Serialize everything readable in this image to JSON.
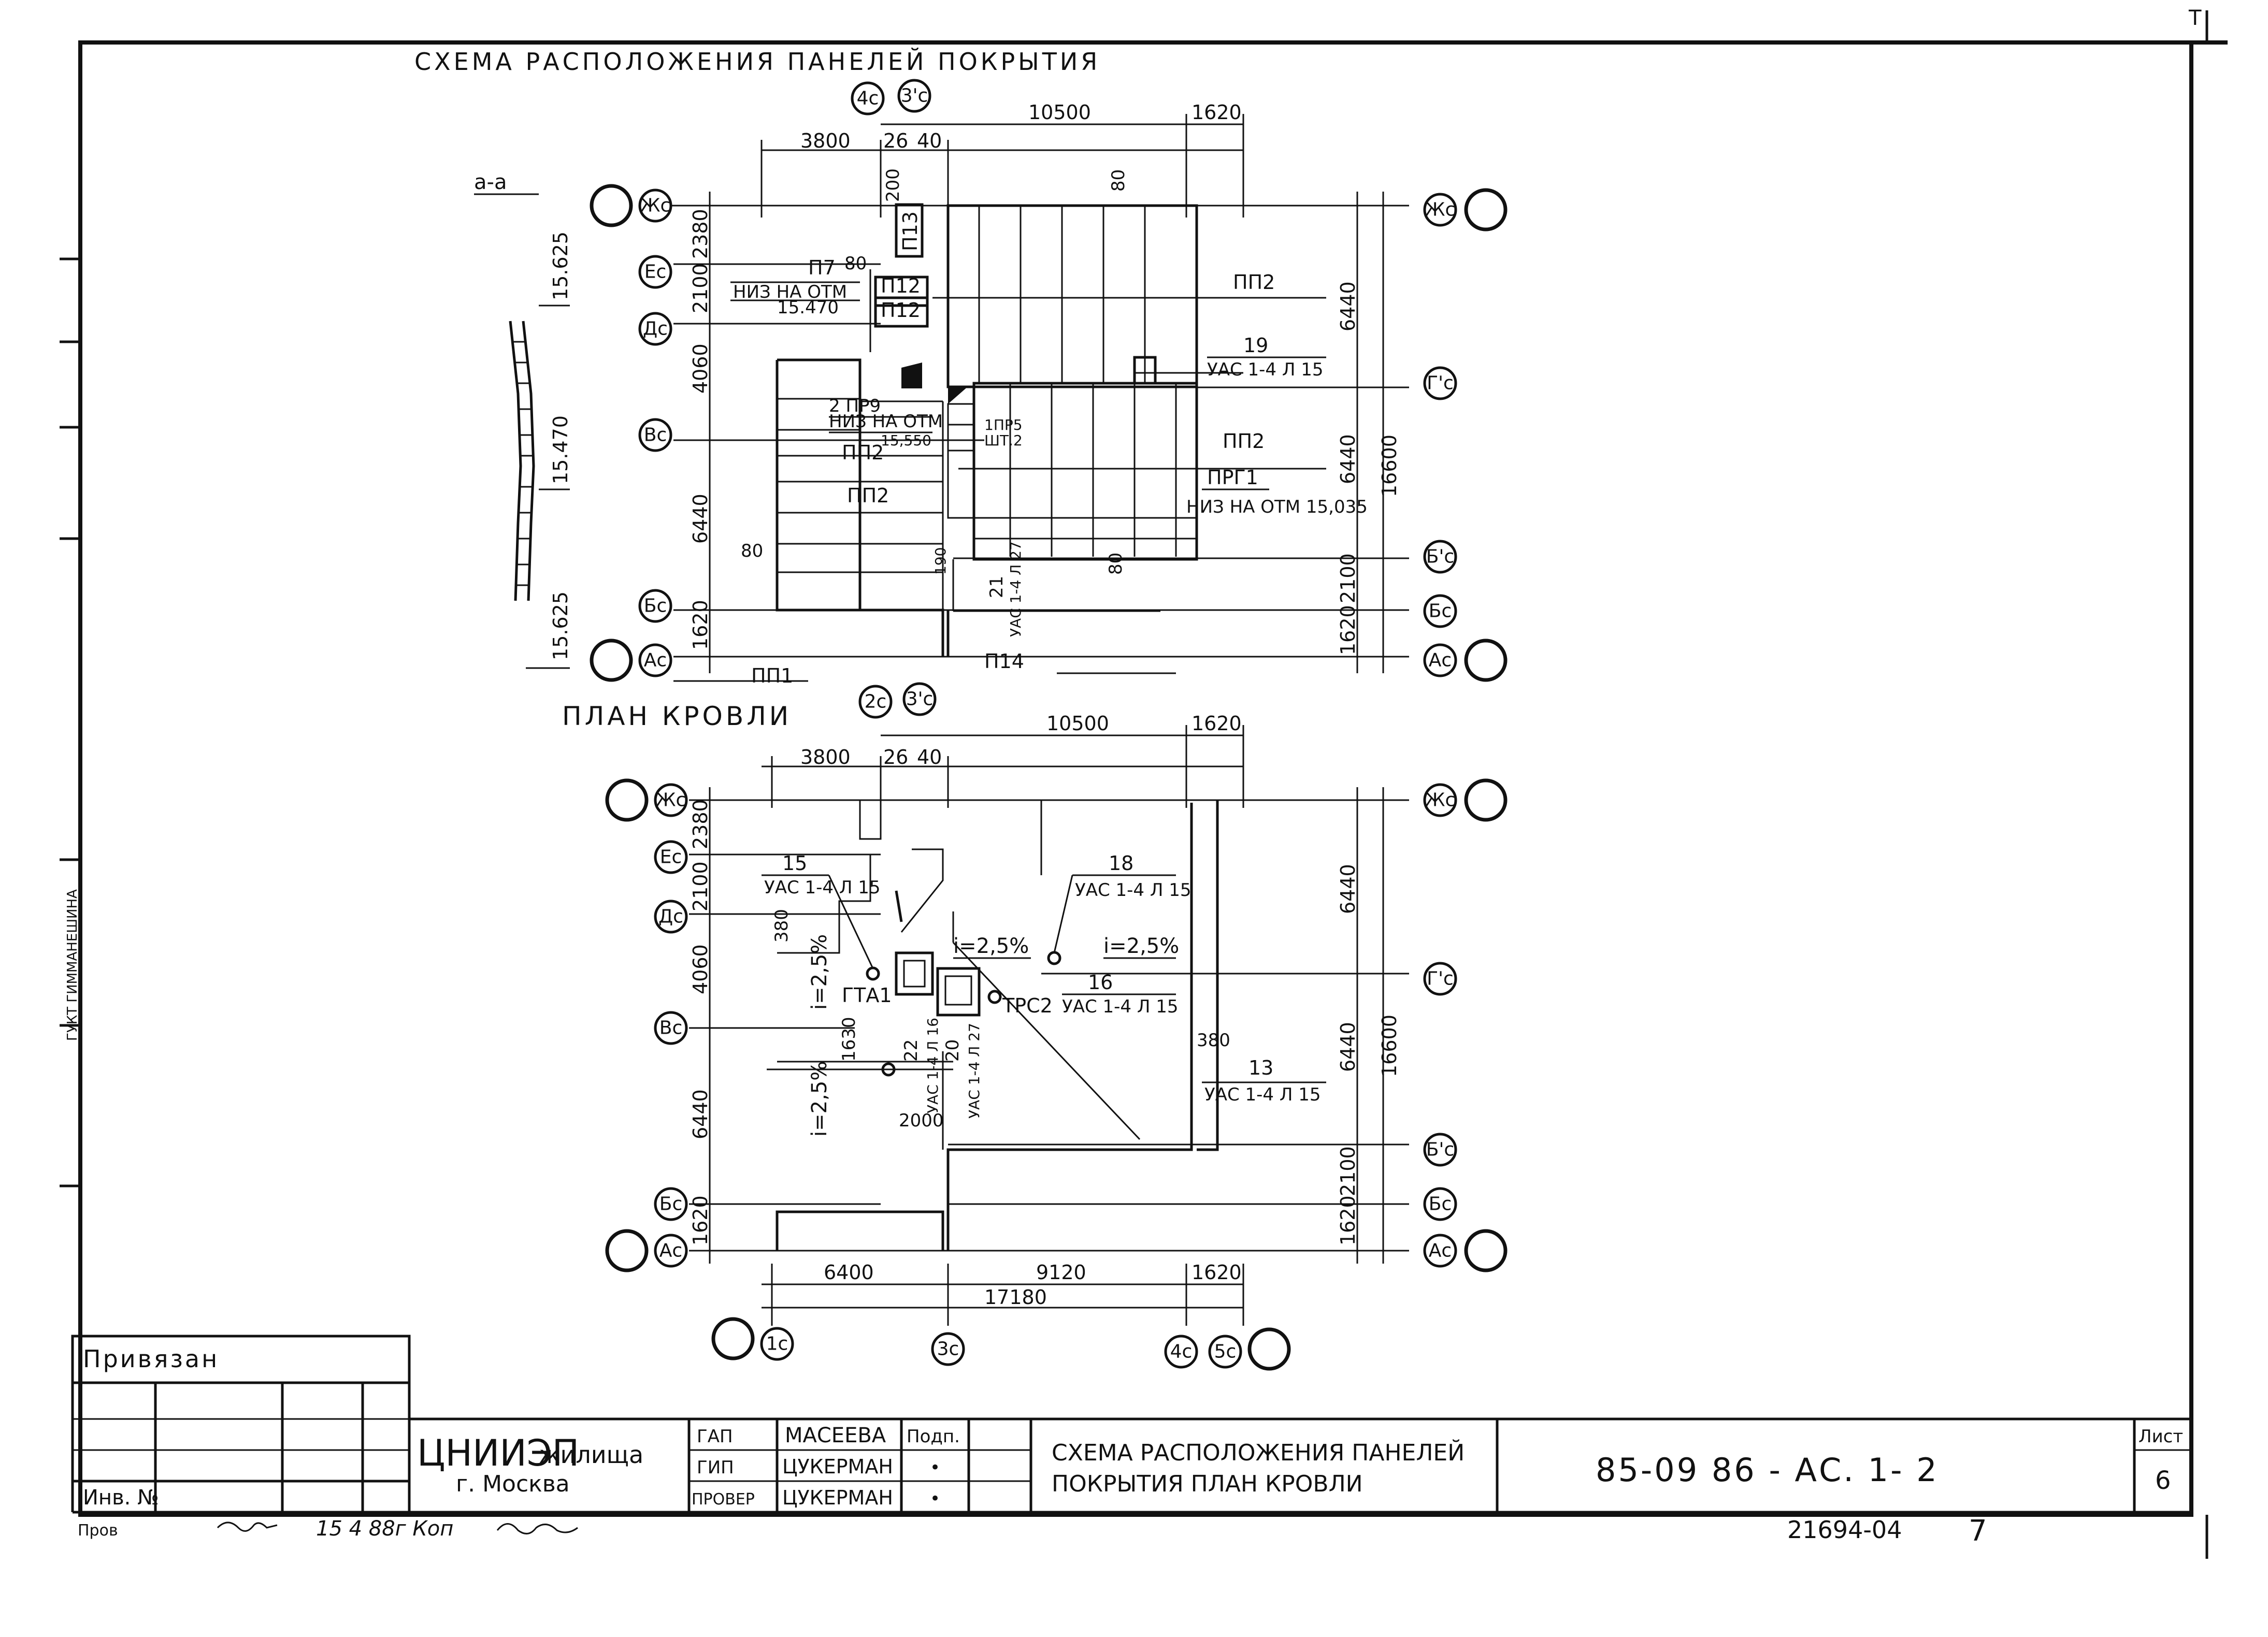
{
  "sheet_mark_top_right": "T",
  "side_stamp": "ГУКТ ГИММАНЕШИНА",
  "panel_scheme": {
    "title": "СХЕМА РАСПОЛОЖЕНИЯ ПАНЕЛЕЙ ПОКРЫТИЯ",
    "section_label": "а-а",
    "section_elevations": [
      "15.625",
      "15.470",
      "15.625"
    ],
    "axes_top": [
      "4с",
      "3'с"
    ],
    "axes_left": [
      "Жс",
      "Ес",
      "Дс",
      "Вс",
      "Бс",
      "Ас"
    ],
    "axes_right": [
      "Жс",
      "Г'с",
      "Б'с",
      "Бс",
      "Ас"
    ],
    "dims_top": [
      "3800",
      "26",
      "40",
      "10500",
      "1620"
    ],
    "dims_left": [
      "2380",
      "2100",
      "4060",
      "6440",
      "1620"
    ],
    "dims_right": [
      "6440",
      "6440",
      "2100",
      "1620",
      "16600"
    ],
    "small_dims": [
      "200",
      "80",
      "80",
      "80",
      "80",
      "190"
    ],
    "panels": [
      "П13",
      "П7",
      "П12",
      "П12",
      "ПП2",
      "ПП2",
      "ПП2",
      "ПП2",
      "ПП1",
      "П14"
    ],
    "notes": {
      "p7_note": "НИЗ НА ОТМ 15.470",
      "p7_note_line1": "НИЗ НА ОТМ",
      "p7_note_line2": "15.470",
      "prv_note_line1": "2 ПР9",
      "prv_note_line2": "НИЗ НА ОТМ",
      "prv_note_line3": "15,550",
      "prs_line1": "1ПР5",
      "prs_line2": "ШТ.2",
      "node19_num": "19",
      "node19_ref": "УАС 1-4 Л 15",
      "prg_label": "ПРГ1",
      "prg_note": "НИЗ НА ОТМ 15,035",
      "node21_num": "21",
      "node21_ref": "УАС 1-4 Л 27"
    }
  },
  "roof_plan": {
    "title": "ПЛАН КРОВЛИ",
    "axes_top": [
      "2с",
      "3'с"
    ],
    "axes_bottom": [
      "1с",
      "3с",
      "4с",
      "5с"
    ],
    "axes_left": [
      "Жс",
      "Ес",
      "Дс",
      "Вс",
      "Бс",
      "Ас"
    ],
    "axes_right": [
      "Жс",
      "Г'с",
      "Б'с",
      "Бс",
      "Ас"
    ],
    "dims_top": [
      "3800",
      "26",
      "40",
      "10500",
      "1620"
    ],
    "dims_bottom": [
      "6400",
      "9120",
      "1620",
      "17180"
    ],
    "dims_left": [
      "2380",
      "2100",
      "4060",
      "6440",
      "1620"
    ],
    "dims_right": [
      "6440",
      "6440",
      "2100",
      "1620",
      "16600"
    ],
    "small_dims": [
      "380",
      "1630",
      "2000",
      "380"
    ],
    "slopes": [
      "i=2,5%",
      "i=2,5%",
      "i=2,5%",
      "i=2,5%"
    ],
    "items": {
      "n15_num": "15",
      "n15_ref": "УАС 1-4 Л 15",
      "n18_num": "18",
      "n18_ref": "УАС 1-4 Л 15",
      "n16_num": "16",
      "n16_ref": "УАС 1-4 Л 15",
      "n13_num": "13",
      "n13_ref": "УАС 1-4 Л 15",
      "n22_num": "22",
      "n22_ref": "УАС 1-4 Л 16",
      "n20_num": "20",
      "n20_ref": "УАС 1-4 Л 27",
      "gta": "ГТА1",
      "trs": "ТРС2"
    }
  },
  "title_block": {
    "bound_label": "Привязан",
    "inv_label": "Инв. №",
    "org_name": "ЦНИИЭП",
    "org_name_2": "жилища",
    "city": "г. Москва",
    "roles": [
      "ГАП",
      "ГИП",
      "ПРОВЕР"
    ],
    "names": [
      "МАСЕЕВА",
      "ЦУКЕРМАН",
      "ЦУКЕРМАН"
    ],
    "signature_marks": [
      "Подп.",
      "•",
      "•"
    ],
    "sheet_title_line1": "СХЕМА РАСПОЛОЖЕНИЯ ПАНЕЛЕЙ",
    "sheet_title_line2": "ПОКРЫТИЯ  ПЛАН КРОВЛИ",
    "doc_code": "85-09 86 - АС. 1- 2",
    "sheet_label": "Лист",
    "sheet_number": "6"
  },
  "footer": {
    "check_label": "Пров",
    "check_note": "15 4 88г Коп",
    "archive_no": "21694-04",
    "page_mark": "7"
  }
}
